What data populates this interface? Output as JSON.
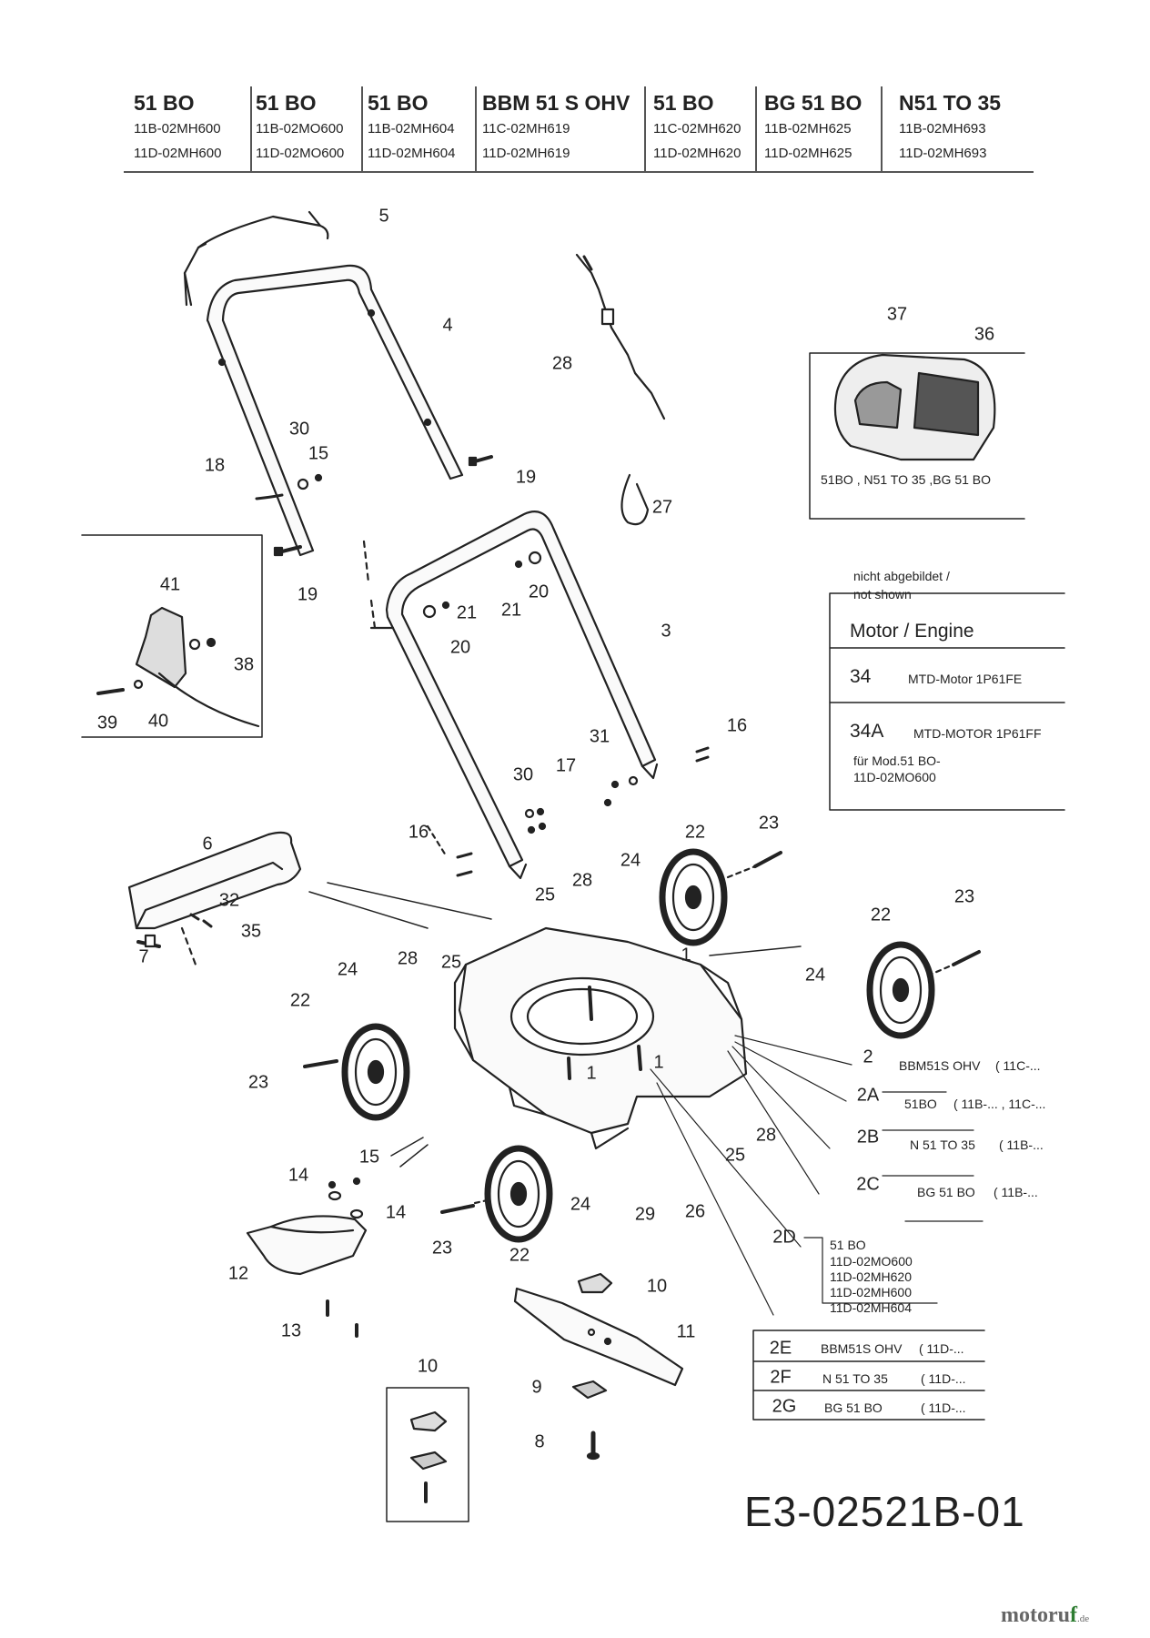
{
  "header": {
    "columns": [
      {
        "model": "51 BO",
        "codes": [
          "11B-02MH600",
          "11D-02MH600"
        ]
      },
      {
        "model": "51 BO",
        "codes": [
          "11B-02MO600",
          "11D-02MO600"
        ]
      },
      {
        "model": "51 BO",
        "codes": [
          "11B-02MH604",
          "11D-02MH604"
        ]
      },
      {
        "model": "BBM 51 S OHV",
        "codes": [
          "11C-02MH619",
          "11D-02MH619"
        ]
      },
      {
        "model": "51 BO",
        "codes": [
          "11C-02MH620",
          "11D-02MH620"
        ]
      },
      {
        "model": "BG 51 BO",
        "codes": [
          "11B-02MH625",
          "11D-02MH625"
        ]
      },
      {
        "model": "N51 TO 35",
        "codes": [
          "11B-02MH693",
          "11D-02MH693"
        ]
      }
    ]
  },
  "part_labels": [
    "1",
    "1",
    "1",
    "2",
    "2A",
    "2B",
    "2C",
    "2D",
    "2E",
    "2F",
    "2G",
    "3",
    "4",
    "5",
    "6",
    "7",
    "8",
    "9",
    "10",
    "10",
    "11",
    "12",
    "13",
    "14",
    "14",
    "15",
    "15",
    "16",
    "16",
    "17",
    "18",
    "19",
    "19",
    "20",
    "20",
    "21",
    "21",
    "22",
    "22",
    "22",
    "22",
    "23",
    "23",
    "23",
    "23",
    "24",
    "24",
    "24",
    "24",
    "25",
    "25",
    "25",
    "26",
    "27",
    "28",
    "28",
    "28",
    "28",
    "29",
    "30",
    "30",
    "31",
    "32",
    "35",
    "36",
    "37",
    "38",
    "39",
    "40",
    "41"
  ],
  "engine_box": {
    "note_line1": "nicht abgebildet /",
    "note_line2": "not shown",
    "title": "Motor / Engine",
    "rows": [
      {
        "num": "34",
        "desc": "MTD-Motor 1P61FE"
      },
      {
        "num": "34A",
        "desc": "MTD-MOTOR 1P61FF",
        "sub1": "für Mod.51 BO-",
        "sub2": "11D-02MO600"
      }
    ]
  },
  "cover_caption": "51BO , N51 TO 35 ,BG 51 BO",
  "deck_variants": [
    {
      "num": "2",
      "model": "BBM51S OHV",
      "code": "( 11C-..."
    },
    {
      "num": "2A",
      "model": "51BO",
      "code": "( 11B-... , 11C-..."
    },
    {
      "num": "2B",
      "model": "N 51 TO 35",
      "code": "( 11B-..."
    },
    {
      "num": "2C",
      "model": "BG 51 BO",
      "code": "( 11B-..."
    }
  ],
  "deck_2d": {
    "num": "2D",
    "lines": [
      "51 BO",
      "11D-02MO600",
      "11D-02MH620",
      "11D-02MH600",
      "11D-02MH604"
    ]
  },
  "deck_table": [
    {
      "num": "2E",
      "model": "BBM51S OHV",
      "code": "( 11D-..."
    },
    {
      "num": "2F",
      "model": "N 51 TO 35",
      "code": "( 11D-..."
    },
    {
      "num": "2G",
      "model": "BG 51 BO",
      "code": "( 11D-..."
    }
  ],
  "doc_number": "E3-02521B-01",
  "watermark": {
    "pre": "motoru",
    "f": "f",
    "suffix": ".de"
  }
}
